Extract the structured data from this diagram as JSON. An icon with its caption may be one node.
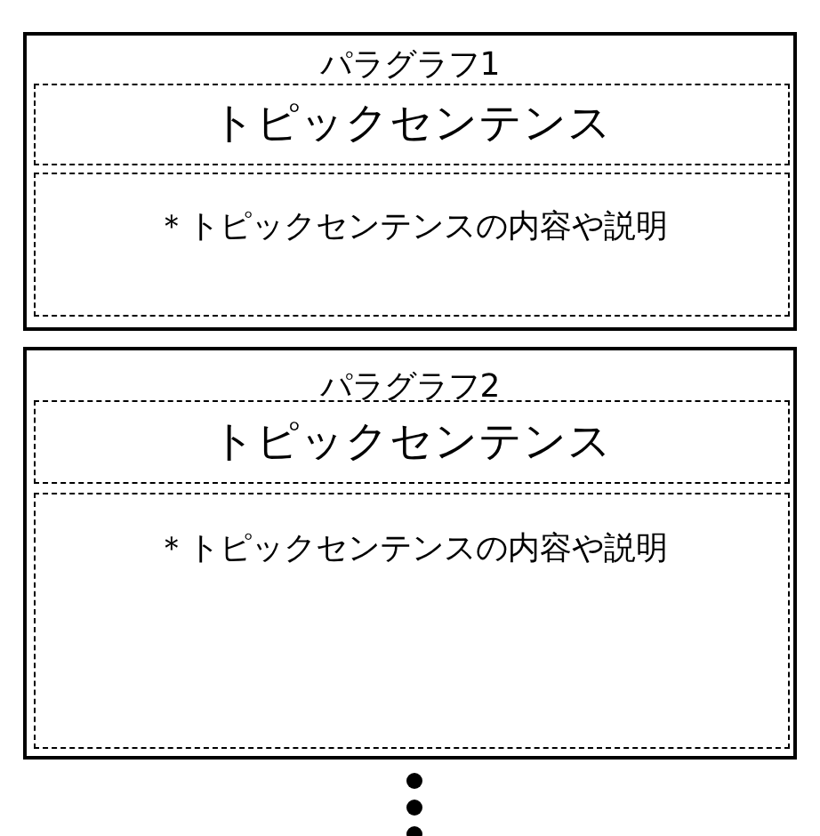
{
  "diagram": {
    "nodes": [
      {
        "text": [
          "パラグラフ1"
        ]
      },
      {
        "text": [
          "トピックセンテンス"
        ],
        "in": 0
      },
      {
        "text": [
          "＊トピックセンテンスの内容や説明"
        ],
        "in": 0
      },
      {
        "text": [
          "パラグラフ2"
        ]
      },
      {
        "text": [
          "トピックセンテンス"
        ],
        "in": 3
      },
      {
        "text": [
          "＊トピックセンテンスの内容や説明"
        ],
        "in": 3
      }
    ]
  }
}
